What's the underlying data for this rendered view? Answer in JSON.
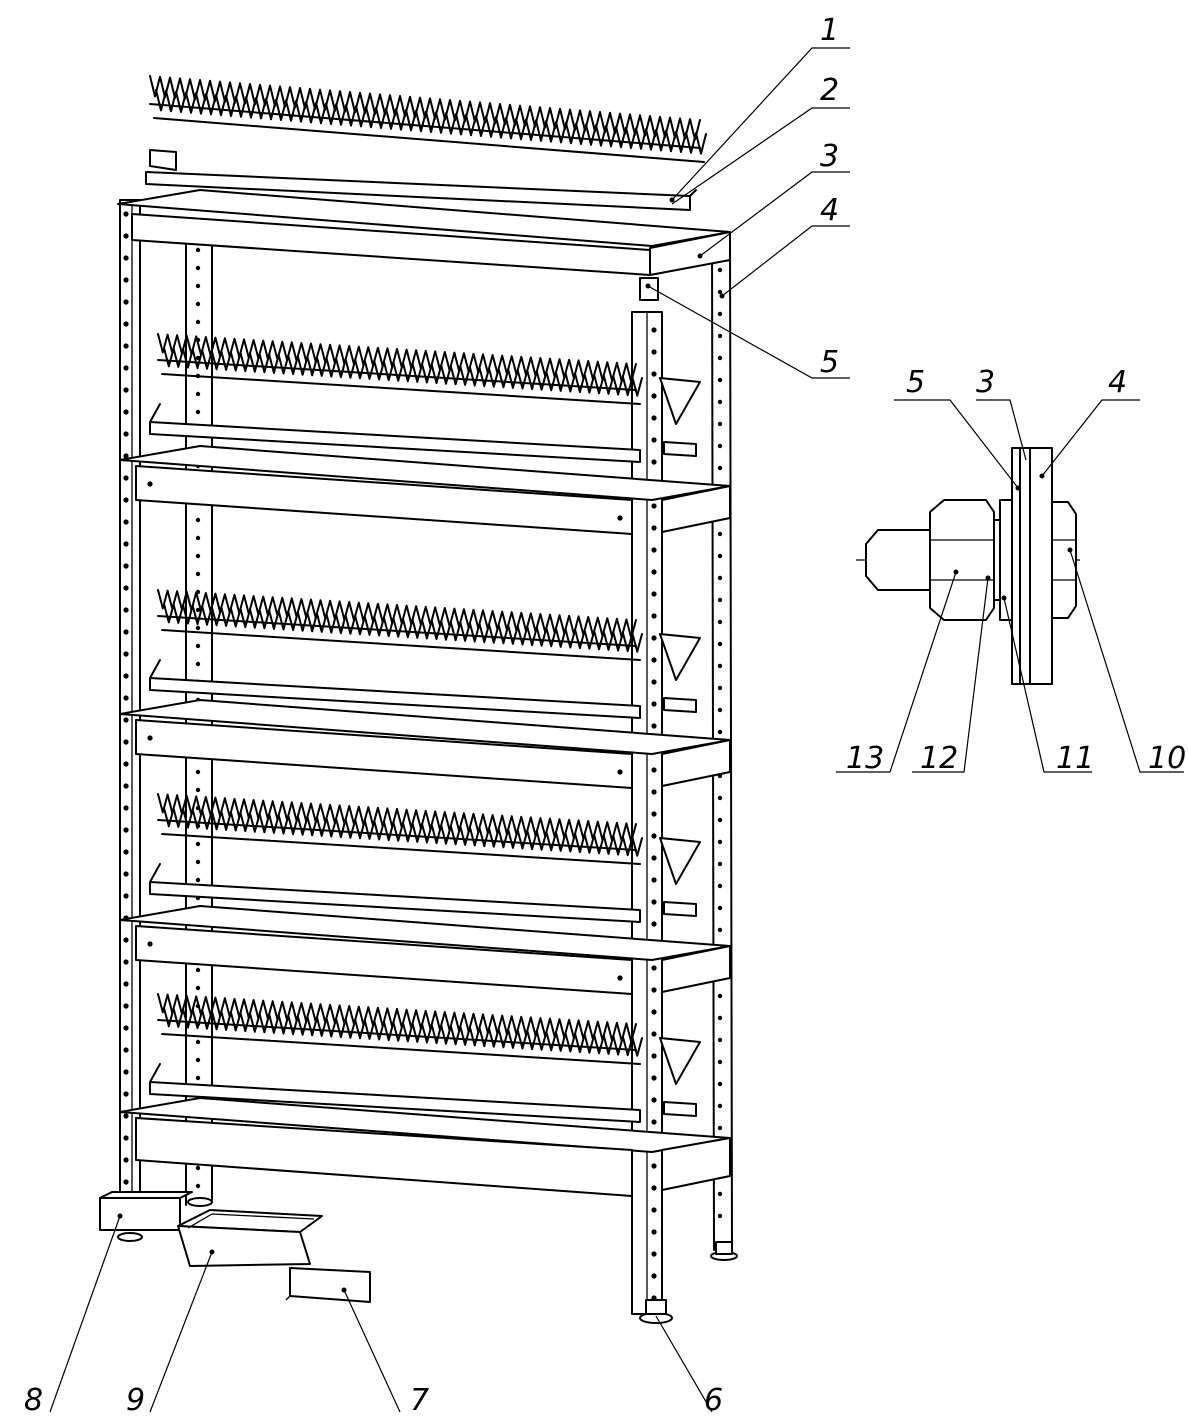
{
  "callouts": {
    "c1": "1",
    "c2": "2",
    "c3": "3",
    "c4": "4",
    "c5": "5",
    "c6": "6",
    "c7": "7",
    "c8": "8",
    "c9": "9"
  },
  "detail_callouts": {
    "c5": "5",
    "c3": "3",
    "c4": "4",
    "c13": "13",
    "c12": "12",
    "c11": "11",
    "c10": "10"
  },
  "colors": {
    "line": "#000000",
    "background": "#ffffff"
  }
}
